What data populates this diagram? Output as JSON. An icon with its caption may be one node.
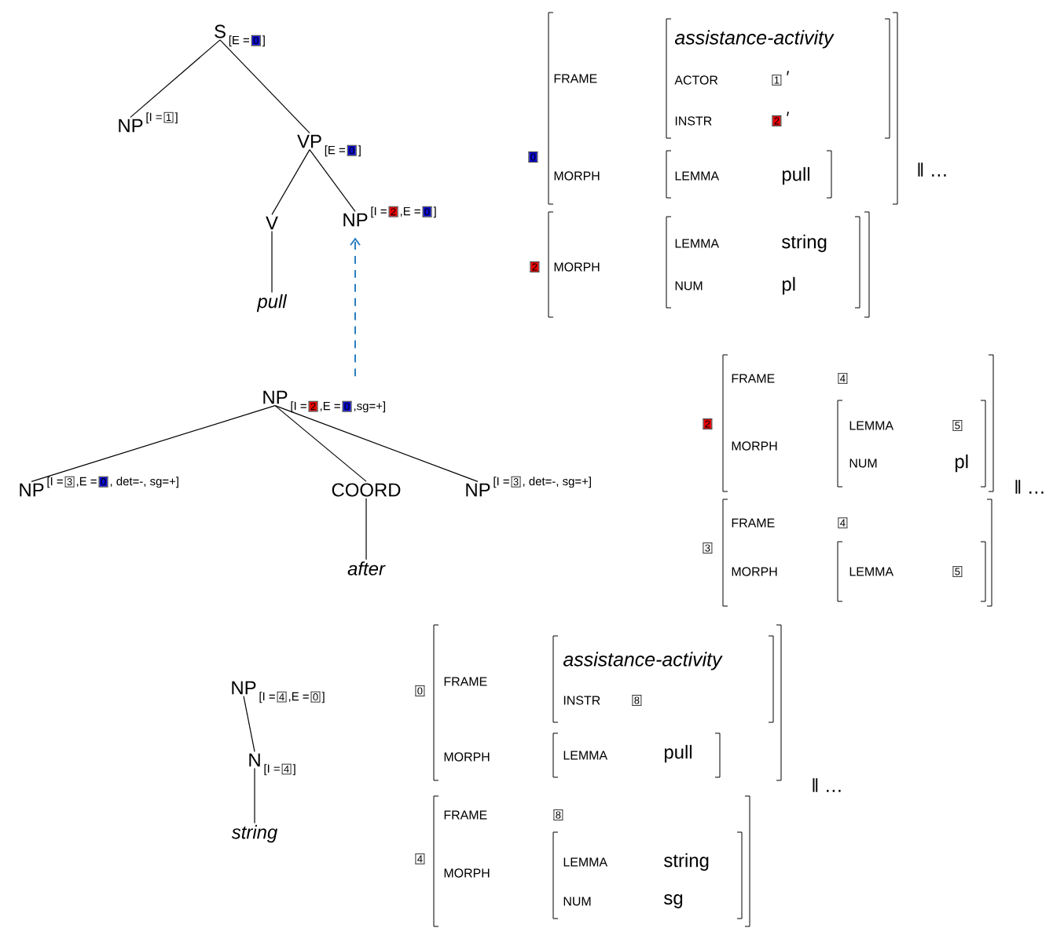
{
  "diagram": {
    "nodes": [
      {
        "text": [
          "S",
          "[E =",
          "0",
          "]"
        ]
      },
      {
        "text": [
          "NP",
          "[I =",
          "1",
          "]"
        ]
      },
      {
        "text": [
          "VP",
          "[E =",
          "0",
          "]"
        ]
      },
      {
        "text": [
          "V"
        ]
      },
      {
        "text": [
          "NP",
          "[I =",
          "2",
          ",E =",
          "0",
          "]"
        ]
      },
      {
        "text": [
          "pull"
        ]
      },
      {
        "text": [
          "NP",
          "[I =",
          "2",
          ",E =",
          "0",
          ",sg=+]"
        ]
      },
      {
        "text": [
          "NP",
          "[I =",
          "3",
          ",E =",
          "0",
          ", det=-, sg=+]"
        ]
      },
      {
        "text": [
          "COORD"
        ]
      },
      {
        "text": [
          "NP",
          "[I =",
          "3",
          ", det=-, sg=+]"
        ]
      },
      {
        "text": [
          "after"
        ]
      },
      {
        "text": [
          "NP",
          "[I =",
          "4",
          ",E =",
          "0",
          "]"
        ]
      },
      {
        "text": [
          "N",
          "[I =",
          "4",
          "]"
        ]
      },
      {
        "text": [
          "string"
        ]
      }
    ],
    "edges": [
      {
        "from": 0,
        "to": 1,
        "arrow": "none"
      },
      {
        "from": 0,
        "to": 2,
        "arrow": "none"
      },
      {
        "from": 2,
        "to": 3,
        "arrow": "none"
      },
      {
        "from": 2,
        "to": 4,
        "arrow": "none"
      },
      {
        "from": 3,
        "to": 5,
        "arrow": "none"
      },
      {
        "from": 6,
        "to": 4,
        "arrow": "to",
        "style": "dashed",
        "color": "#2a7fc0"
      },
      {
        "from": 6,
        "to": 7,
        "arrow": "none"
      },
      {
        "from": 6,
        "to": 8,
        "arrow": "none"
      },
      {
        "from": 6,
        "to": 9,
        "arrow": "none"
      },
      {
        "from": 8,
        "to": 10,
        "arrow": "none"
      },
      {
        "from": 11,
        "to": 12,
        "arrow": "none"
      },
      {
        "from": 12,
        "to": 13,
        "arrow": "none"
      }
    ],
    "labels": [
      "0",
      "FRAME",
      "assistance-activity",
      "ACTOR",
      "1",
      "′",
      "INSTR",
      "2",
      "′",
      "MORPH",
      "LEMMA",
      "pull",
      "‖ …",
      "2",
      "MORPH",
      "LEMMA",
      "string",
      "NUM",
      "pl",
      "2",
      "FRAME",
      "4",
      "MORPH",
      "LEMMA",
      "5",
      "NUM",
      "pl",
      "‖ …",
      "3",
      "FRAME",
      "4",
      "MORPH",
      "LEMMA",
      "5",
      "0",
      "FRAME",
      "assistance-activity",
      "INSTR",
      "8",
      "MORPH",
      "LEMMA",
      "pull",
      "‖ …",
      "4",
      "FRAME",
      "8",
      "MORPH",
      "LEMMA",
      "string",
      "NUM",
      "sg"
    ]
  }
}
